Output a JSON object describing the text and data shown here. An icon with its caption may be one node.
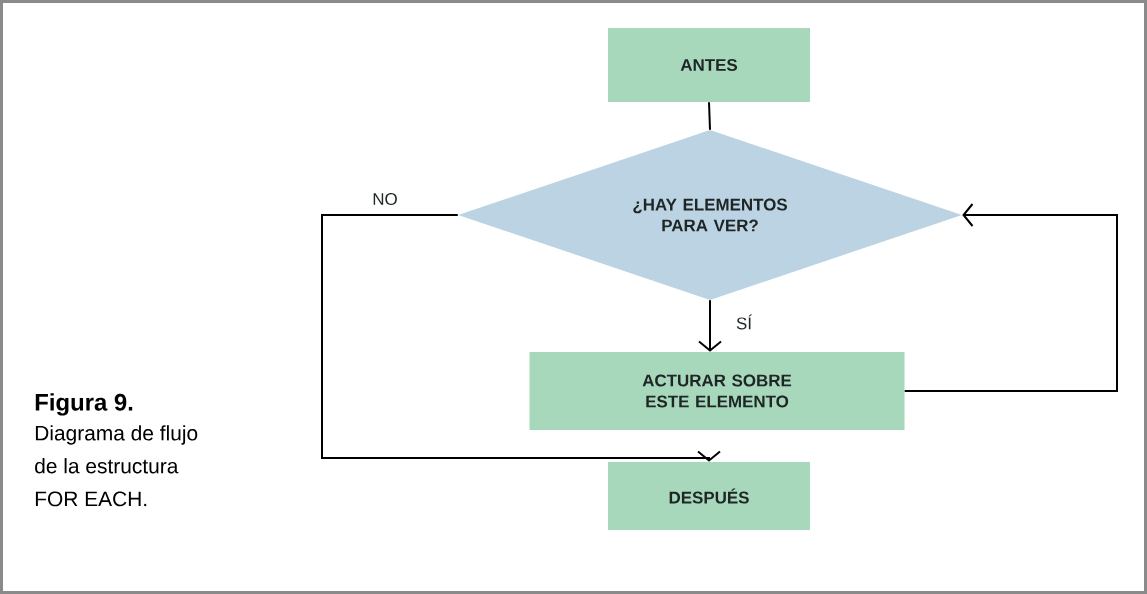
{
  "diagram": {
    "caption": "Diagrama de flujo de la estructura FOR EACH.",
    "nodes": [
      {
        "text": [
          "ANTES"
        ]
      },
      {
        "text": [
          "¿HAY ELEMENTOS PARA VER?"
        ]
      },
      {
        "text": [
          "ACTURAR SOBRE ESTE ELEMENTO"
        ]
      },
      {
        "text": [
          "DESPUÉS"
        ]
      }
    ],
    "edges": [
      {
        "from": 0,
        "to": 1,
        "arrow": "none"
      },
      {
        "from": 1,
        "to": 2,
        "arrow": "to",
        "label": "SÍ"
      },
      {
        "from": 2,
        "to": 1,
        "arrow": "to"
      },
      {
        "from": 1,
        "to": 3,
        "arrow": "to",
        "label": "NO"
      }
    ],
    "labels": [
      "Figura 9."
    ]
  }
}
